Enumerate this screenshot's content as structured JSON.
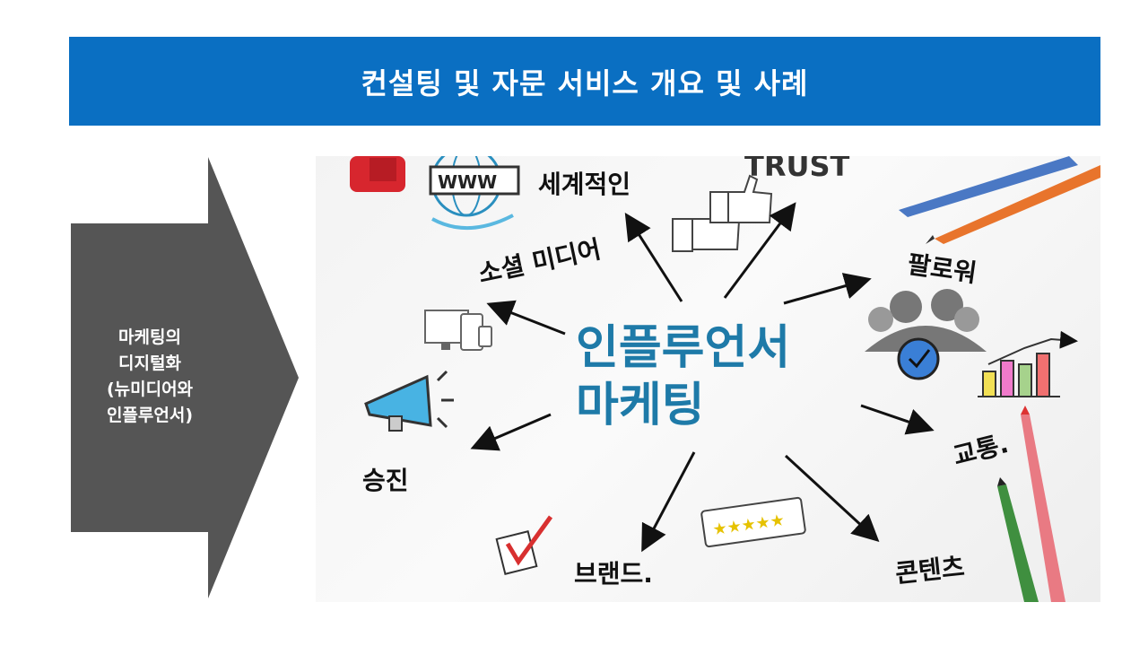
{
  "slide": {
    "title": "컨설팅 및 자문 서비스 개요 및 사례",
    "arrow_label_lines": [
      "마케팅의",
      "디지털화",
      "(뉴미디어와",
      "인플루언서)"
    ]
  },
  "image": {
    "center_lines": [
      "인플루언서",
      "마케팅"
    ],
    "labels": {
      "global": "세계적인",
      "social": "소셜 미디어",
      "followers": "팔로워",
      "promotion": "승진",
      "transport": "교통.",
      "brand": "브랜드.",
      "content": "콘텐츠",
      "www": "WWW",
      "trust": "TRUST"
    }
  },
  "colors": {
    "title_bar": "#0a6fc2",
    "arrow": "#555555",
    "center_text": "#1e7aa8"
  }
}
